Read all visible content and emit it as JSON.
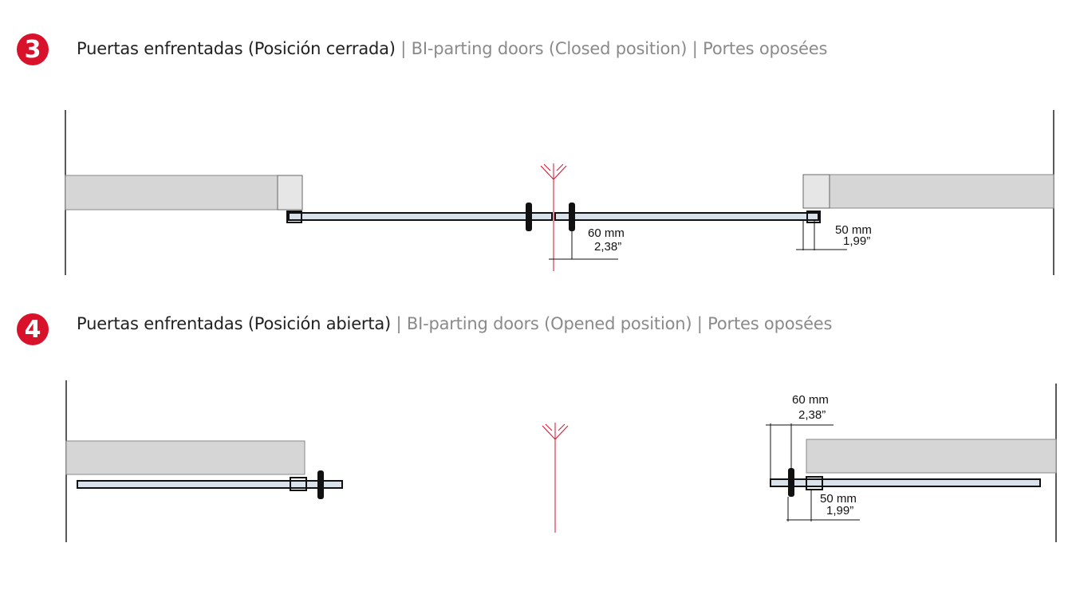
{
  "colors": {
    "badge": "#d9122b",
    "door_fill": "#d9e1ea",
    "wall_fill": "#d6d6d6",
    "axis": "#d9122b"
  },
  "section3": {
    "number": "3",
    "title_es": "Puertas enfrentadas (Posición cerrada)",
    "sep1": " | ",
    "title_en": "BI-parting doors (Closed position)",
    "sep2": " | ",
    "title_fr": "Portes oposées",
    "dim_center_mm": "60 mm",
    "dim_center_in": "2,38”",
    "dim_side_mm": "50 mm",
    "dim_side_in": "1,99”"
  },
  "section4": {
    "number": "4",
    "title_es": "Puertas enfrentadas (Posición abierta)",
    "sep1": " | ",
    "title_en": "BI-parting doors (Opened position)",
    "sep2": " | ",
    "title_fr": "Portes oposées",
    "dim_top_mm": "60 mm",
    "dim_top_in": "2,38”",
    "dim_bottom_mm": "50 mm",
    "dim_bottom_in": "1,99”"
  }
}
